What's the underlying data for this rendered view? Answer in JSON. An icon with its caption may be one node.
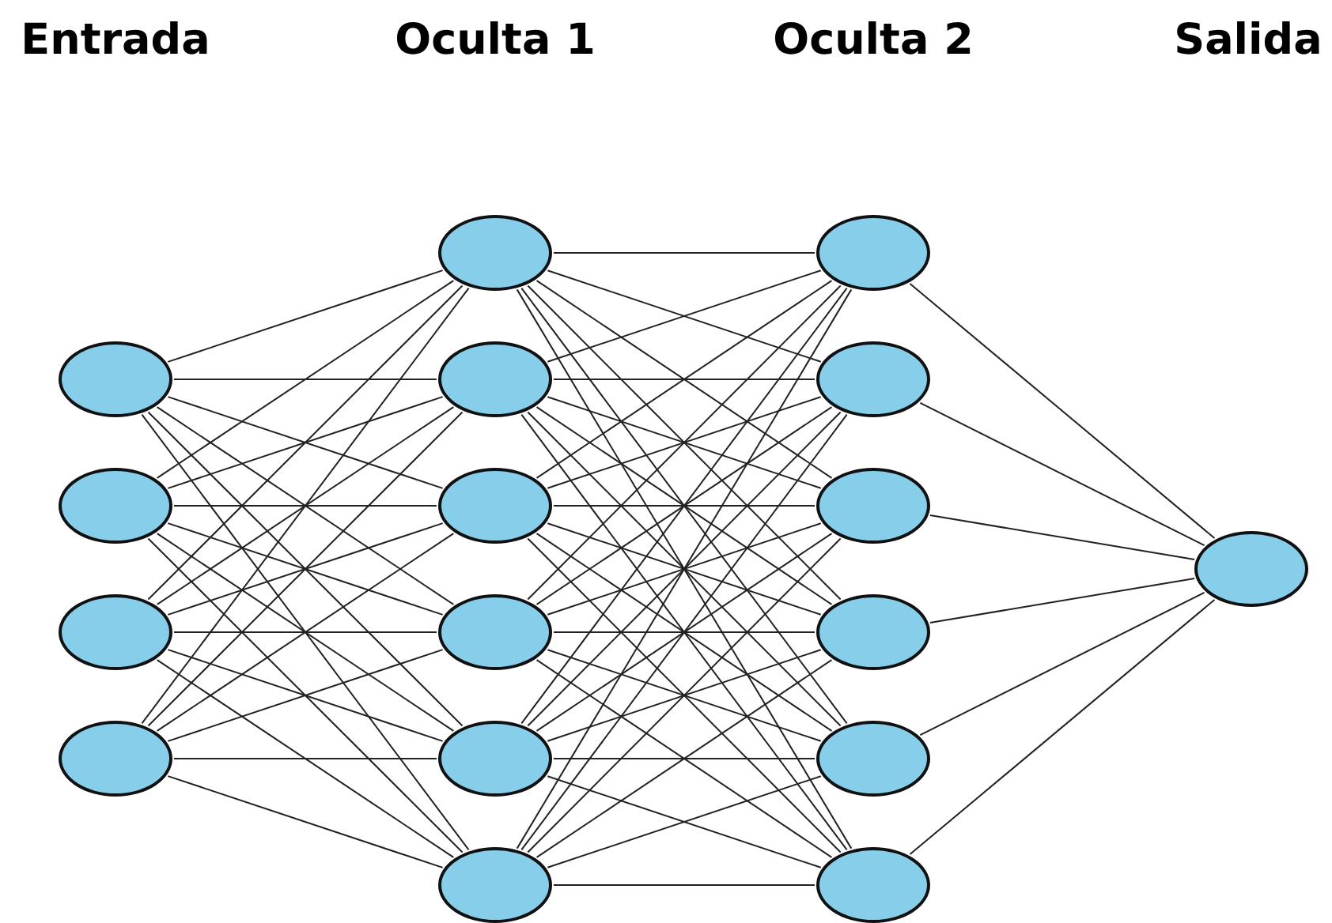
{
  "diagram": {
    "nodes": [
      {
        "text": [],
        "shape": "ellipse"
      },
      {
        "text": [],
        "shape": "ellipse"
      },
      {
        "text": [],
        "shape": "ellipse"
      },
      {
        "text": [],
        "shape": "ellipse"
      },
      {
        "text": [],
        "shape": "ellipse"
      },
      {
        "text": [],
        "shape": "ellipse"
      },
      {
        "text": [],
        "shape": "ellipse"
      },
      {
        "text": [],
        "shape": "ellipse"
      },
      {
        "text": [],
        "shape": "ellipse"
      },
      {
        "text": [],
        "shape": "ellipse"
      },
      {
        "text": [],
        "shape": "ellipse"
      },
      {
        "text": [],
        "shape": "ellipse"
      },
      {
        "text": [],
        "shape": "ellipse"
      },
      {
        "text": [],
        "shape": "ellipse"
      },
      {
        "text": [],
        "shape": "ellipse"
      },
      {
        "text": [],
        "shape": "ellipse"
      },
      {
        "text": [],
        "shape": "ellipse"
      }
    ],
    "edges": [
      {
        "from": 0,
        "to": 4,
        "arrow": "none"
      },
      {
        "from": 0,
        "to": 5,
        "arrow": "none"
      },
      {
        "from": 0,
        "to": 6,
        "arrow": "none"
      },
      {
        "from": 0,
        "to": 7,
        "arrow": "none"
      },
      {
        "from": 0,
        "to": 8,
        "arrow": "none"
      },
      {
        "from": 0,
        "to": 9,
        "arrow": "none"
      },
      {
        "from": 1,
        "to": 4,
        "arrow": "none"
      },
      {
        "from": 1,
        "to": 5,
        "arrow": "none"
      },
      {
        "from": 1,
        "to": 6,
        "arrow": "none"
      },
      {
        "from": 1,
        "to": 7,
        "arrow": "none"
      },
      {
        "from": 1,
        "to": 8,
        "arrow": "none"
      },
      {
        "from": 1,
        "to": 9,
        "arrow": "none"
      },
      {
        "from": 2,
        "to": 4,
        "arrow": "none"
      },
      {
        "from": 2,
        "to": 5,
        "arrow": "none"
      },
      {
        "from": 2,
        "to": 6,
        "arrow": "none"
      },
      {
        "from": 2,
        "to": 7,
        "arrow": "none"
      },
      {
        "from": 2,
        "to": 8,
        "arrow": "none"
      },
      {
        "from": 2,
        "to": 9,
        "arrow": "none"
      },
      {
        "from": 3,
        "to": 4,
        "arrow": "none"
      },
      {
        "from": 3,
        "to": 5,
        "arrow": "none"
      },
      {
        "from": 3,
        "to": 6,
        "arrow": "none"
      },
      {
        "from": 3,
        "to": 7,
        "arrow": "none"
      },
      {
        "from": 3,
        "to": 8,
        "arrow": "none"
      },
      {
        "from": 3,
        "to": 9,
        "arrow": "none"
      },
      {
        "from": 4,
        "to": 10,
        "arrow": "none"
      },
      {
        "from": 4,
        "to": 11,
        "arrow": "none"
      },
      {
        "from": 4,
        "to": 12,
        "arrow": "none"
      },
      {
        "from": 4,
        "to": 13,
        "arrow": "none"
      },
      {
        "from": 4,
        "to": 14,
        "arrow": "none"
      },
      {
        "from": 4,
        "to": 15,
        "arrow": "none"
      },
      {
        "from": 5,
        "to": 10,
        "arrow": "none"
      },
      {
        "from": 5,
        "to": 11,
        "arrow": "none"
      },
      {
        "from": 5,
        "to": 12,
        "arrow": "none"
      },
      {
        "from": 5,
        "to": 13,
        "arrow": "none"
      },
      {
        "from": 5,
        "to": 14,
        "arrow": "none"
      },
      {
        "from": 5,
        "to": 15,
        "arrow": "none"
      },
      {
        "from": 6,
        "to": 10,
        "arrow": "none"
      },
      {
        "from": 6,
        "to": 11,
        "arrow": "none"
      },
      {
        "from": 6,
        "to": 12,
        "arrow": "none"
      },
      {
        "from": 6,
        "to": 13,
        "arrow": "none"
      },
      {
        "from": 6,
        "to": 14,
        "arrow": "none"
      },
      {
        "from": 6,
        "to": 15,
        "arrow": "none"
      },
      {
        "from": 7,
        "to": 10,
        "arrow": "none"
      },
      {
        "from": 7,
        "to": 11,
        "arrow": "none"
      },
      {
        "from": 7,
        "to": 12,
        "arrow": "none"
      },
      {
        "from": 7,
        "to": 13,
        "arrow": "none"
      },
      {
        "from": 7,
        "to": 14,
        "arrow": "none"
      },
      {
        "from": 7,
        "to": 15,
        "arrow": "none"
      },
      {
        "from": 8,
        "to": 10,
        "arrow": "none"
      },
      {
        "from": 8,
        "to": 11,
        "arrow": "none"
      },
      {
        "from": 8,
        "to": 12,
        "arrow": "none"
      },
      {
        "from": 8,
        "to": 13,
        "arrow": "none"
      },
      {
        "from": 8,
        "to": 14,
        "arrow": "none"
      },
      {
        "from": 8,
        "to": 15,
        "arrow": "none"
      },
      {
        "from": 9,
        "to": 10,
        "arrow": "none"
      },
      {
        "from": 9,
        "to": 11,
        "arrow": "none"
      },
      {
        "from": 9,
        "to": 12,
        "arrow": "none"
      },
      {
        "from": 9,
        "to": 13,
        "arrow": "none"
      },
      {
        "from": 9,
        "to": 14,
        "arrow": "none"
      },
      {
        "from": 9,
        "to": 15,
        "arrow": "none"
      },
      {
        "from": 10,
        "to": 16,
        "arrow": "none"
      },
      {
        "from": 11,
        "to": 16,
        "arrow": "none"
      },
      {
        "from": 12,
        "to": 16,
        "arrow": "none"
      },
      {
        "from": 13,
        "to": 16,
        "arrow": "none"
      },
      {
        "from": 14,
        "to": 16,
        "arrow": "none"
      },
      {
        "from": 15,
        "to": 16,
        "arrow": "none"
      }
    ],
    "labels": [
      "Entrada",
      "Oculta 1",
      "Oculta 2",
      "Salida"
    ]
  }
}
